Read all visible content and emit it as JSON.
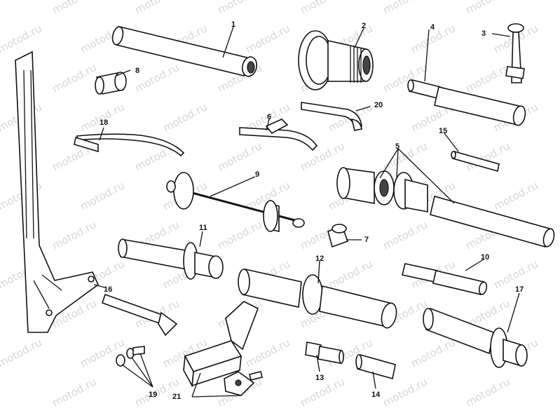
{
  "watermark": "motod.ru",
  "labels": [
    "1",
    "2",
    "3",
    "4",
    "5",
    "6",
    "7",
    "8",
    "9",
    "10",
    "11",
    "12",
    "13",
    "14",
    "15",
    "16",
    "17",
    "18",
    "19",
    "20",
    "21"
  ]
}
